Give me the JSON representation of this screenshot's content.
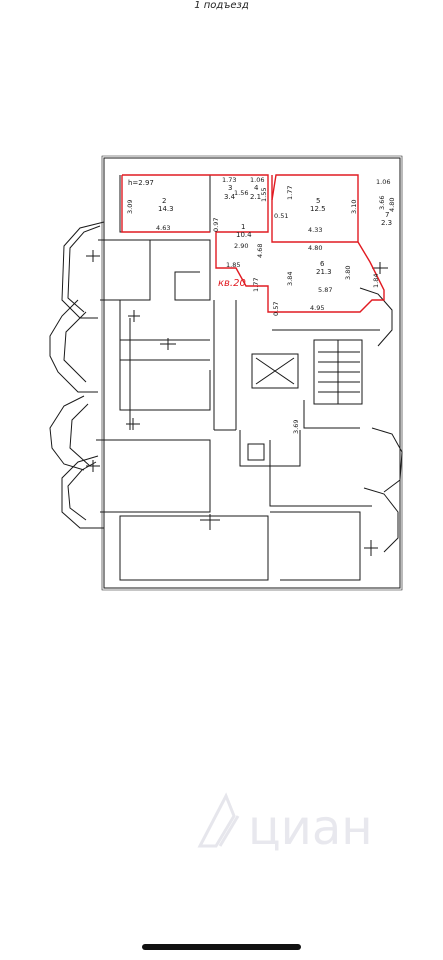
{
  "header": {
    "entrance_label": "1 подъезд"
  },
  "apartment": {
    "label": "кв.20",
    "highlight_color": "#e11b22",
    "ceiling_height": "h=2.97",
    "rooms": [
      {
        "number": "1",
        "area": "10.4"
      },
      {
        "number": "2",
        "area": "14.3"
      },
      {
        "number": "3",
        "area": "3.4"
      },
      {
        "number": "4",
        "area": "2.1"
      },
      {
        "number": "5",
        "area": "12.5"
      },
      {
        "number": "6",
        "area": "21.3"
      },
      {
        "number": "7",
        "area": "2.3"
      }
    ],
    "dimensions": [
      "3.09",
      "4.63",
      "1.73",
      "1.56",
      "1.06",
      "1.55",
      "0.97",
      "1.77",
      "0.51",
      "3.10",
      "4.33",
      "1.06",
      "3.66",
      "4.80",
      "2.90",
      "4.68",
      "4.80",
      "3.84",
      "5.87",
      "3.80",
      "1.84",
      "4.95",
      "1.85",
      "1.77",
      "0.57",
      "3.69"
    ]
  },
  "watermark": {
    "brand": "циан",
    "color": "#e8e8ee"
  },
  "line_color": "#1a1a1a"
}
